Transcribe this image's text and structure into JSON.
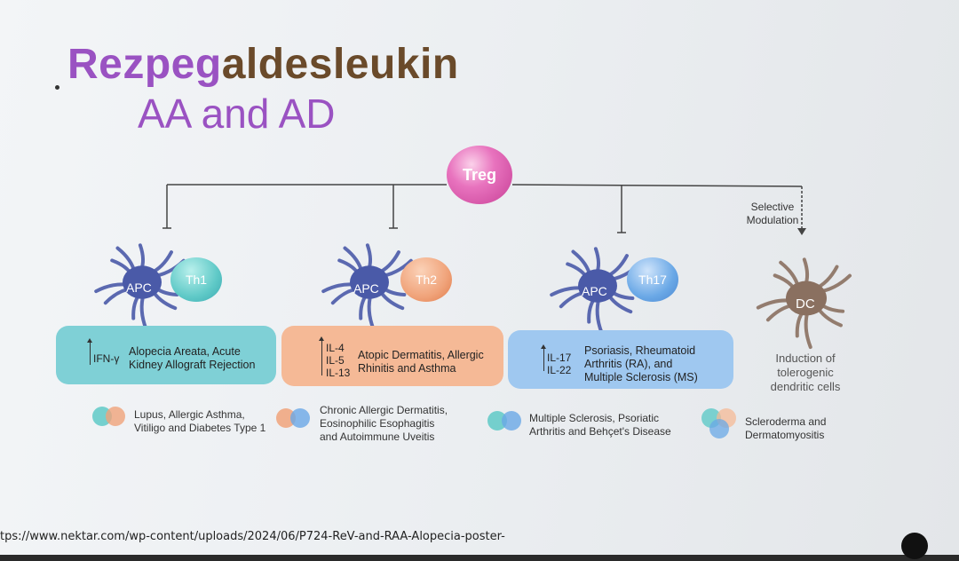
{
  "title": {
    "part1": "Rezpeg",
    "part2": "aldesleukin",
    "subtitle": "AA and AD"
  },
  "treg": {
    "label": "Treg"
  },
  "selective": {
    "line1": "Selective",
    "line2": "Modulation"
  },
  "cells": [
    {
      "apc": "APC",
      "t": "Th1",
      "cytokines": [
        "IFN-γ"
      ],
      "diseases": [
        "Alopecia Areata, Acute",
        "Kidney Allograft Rejection"
      ]
    },
    {
      "apc": "APC",
      "t": "Th2",
      "cytokines": [
        "IL-4",
        "IL-5",
        "IL-13"
      ],
      "diseases": [
        "Atopic Dermatitis, Allergic",
        "Rhinitis and Asthma"
      ]
    },
    {
      "apc": "APC",
      "t": "Th17",
      "cytokines": [
        "IL-17",
        "IL-22"
      ],
      "diseases": [
        "Psoriasis, Rheumatoid",
        "Arthritis (RA), and",
        "Multiple Sclerosis (MS)"
      ]
    }
  ],
  "dc": {
    "label": "DC",
    "text": [
      "Induction of",
      "tolerogenic",
      "dendritic cells"
    ]
  },
  "legend": [
    {
      "lines": [
        "Lupus, Allergic Asthma,",
        "Vitiligo and Diabetes Type 1"
      ]
    },
    {
      "lines": [
        "Chronic Allergic Dermatitis,",
        "Eosinophilic Esophagitis",
        "and Autoimmune Uveitis"
      ]
    },
    {
      "lines": [
        "Multiple Sclerosis, Psoriatic",
        "Arthritis and Behçet's Disease"
      ]
    },
    {
      "lines": [
        "Scleroderma and",
        "Dermatomyositis"
      ]
    }
  ],
  "colors": {
    "th1": "#5fc9c7",
    "th2": "#f0a37a",
    "th17": "#6aa8e6",
    "box1": "#7fd0d6",
    "box2": "#f5b996",
    "box3": "#9fc8f0",
    "apc": "#4a5aa8",
    "dc": "#8a7060",
    "treg": "#e05fad",
    "title_purple": "#9a52c2",
    "title_brown": "#6a4a2a"
  },
  "url": "tps://www.nektar.com/wp-content/uploads/2024/06/P724-ReV-and-RAA-Alopecia-poster-"
}
